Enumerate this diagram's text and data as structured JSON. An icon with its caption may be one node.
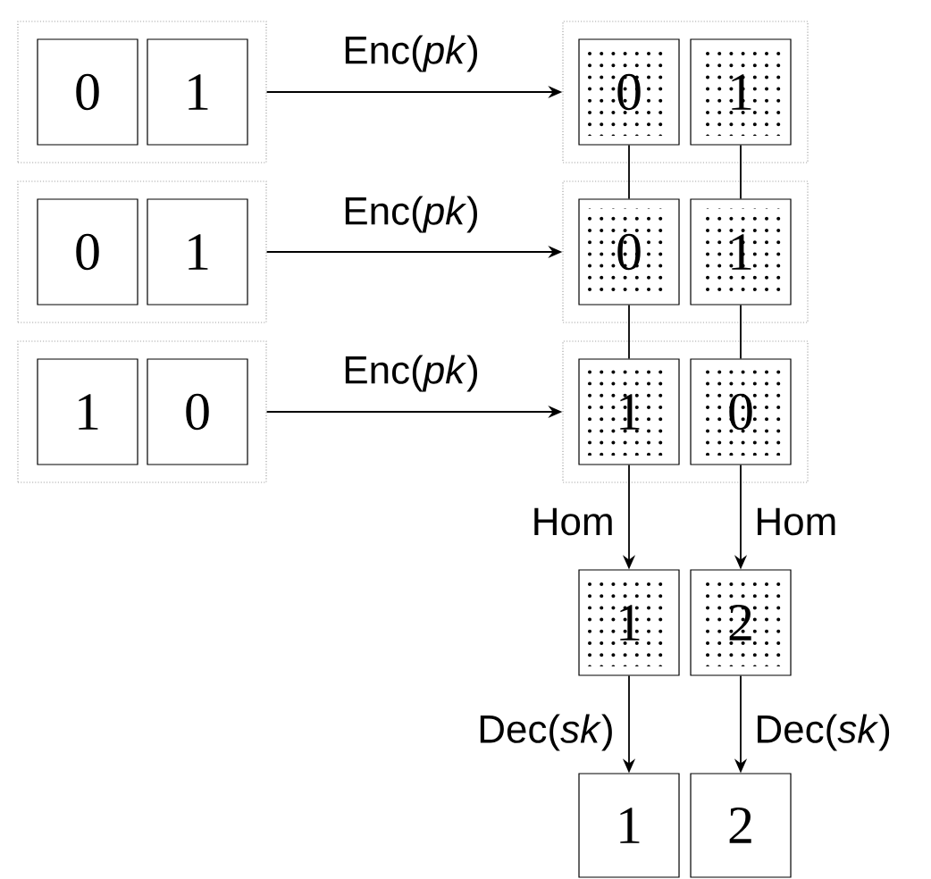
{
  "diagram": {
    "nodes": [
      {
        "text": [],
        "shape": "box"
      },
      {
        "text": [
          "0"
        ],
        "in": 0
      },
      {
        "text": [
          "1"
        ],
        "in": 0
      },
      {
        "text": [],
        "shape": "box"
      },
      {
        "text": [
          "0"
        ],
        "in": 3
      },
      {
        "text": [
          "1"
        ],
        "in": 3
      },
      {
        "text": [],
        "shape": "box"
      },
      {
        "text": [
          "0"
        ],
        "in": 6
      },
      {
        "text": [
          "1"
        ],
        "in": 6
      },
      {
        "text": [],
        "shape": "box"
      },
      {
        "text": [
          "0"
        ],
        "in": 9
      },
      {
        "text": [
          "1"
        ],
        "in": 9
      },
      {
        "text": [],
        "shape": "box"
      },
      {
        "text": [
          "1"
        ],
        "in": 12
      },
      {
        "text": [
          "0"
        ],
        "in": 12
      },
      {
        "text": [],
        "shape": "box"
      },
      {
        "text": [
          "1"
        ],
        "in": 15
      },
      {
        "text": [
          "0"
        ],
        "in": 15
      },
      {
        "text": [
          "1"
        ]
      },
      {
        "text": [
          "2"
        ]
      },
      {
        "text": [
          "1"
        ]
      },
      {
        "text": [
          "2"
        ]
      }
    ],
    "edges": [
      {
        "from": 0,
        "to": 3,
        "arrow": "to",
        "label": "Enc(*pk*)"
      },
      {
        "from": 6,
        "to": 9,
        "arrow": "to",
        "label": "Enc(*pk*)"
      },
      {
        "from": 12,
        "to": 15,
        "arrow": "to",
        "label": "Enc(*pk*)"
      },
      {
        "from": 4,
        "to": 10,
        "arrow": "none"
      },
      {
        "from": 10,
        "to": 16,
        "arrow": "none"
      },
      {
        "from": 5,
        "to": 11,
        "arrow": "none"
      },
      {
        "from": 11,
        "to": 17,
        "arrow": "none"
      },
      {
        "from": 16,
        "to": 18,
        "arrow": "to",
        "label": "Hom"
      },
      {
        "from": 17,
        "to": 19,
        "arrow": "to",
        "label": "Hom"
      },
      {
        "from": 18,
        "to": 20,
        "arrow": "to",
        "label": "Dec(*sk*)"
      },
      {
        "from": 19,
        "to": 21,
        "arrow": "to",
        "label": "Dec(*sk*)"
      }
    ]
  }
}
